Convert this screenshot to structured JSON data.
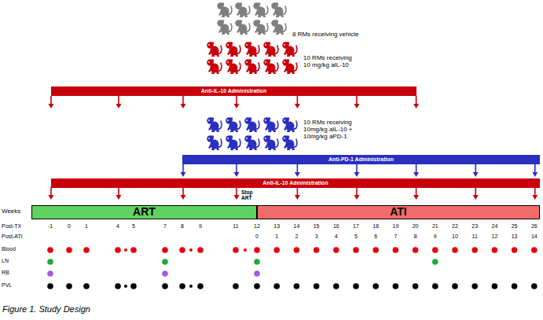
{
  "diagram": {
    "caption": "Figure 1. Study Design",
    "nodes": [
      {
        "text": [
          "Anti-IL-10 Administration"
        ]
      },
      {
        "text": [
          "Anti-PD-1 Administration"
        ]
      },
      {
        "text": [
          "Anti-IL-10 Administration"
        ]
      },
      {
        "text": [
          "ART"
        ]
      },
      {
        "text": [
          "ATI"
        ]
      }
    ],
    "labels": [
      "8 RMs receiving vehicle",
      "10 RMs receiving 10 mg/kg aIL-10",
      "10 RMs receiving 10mg/kg aIL-10 + 10mg/kg aPD-1",
      "Stop ART",
      "Weeks",
      "Post-TX",
      "-1",
      "0",
      "1",
      "4",
      "5",
      "7",
      "8",
      "9",
      "11",
      "12",
      "13",
      "14",
      "15",
      "16",
      "17",
      "18",
      "19",
      "20",
      "21",
      "22",
      "23",
      "24",
      "25",
      "26",
      "Post-ATI",
      "0",
      "1",
      "2",
      "3",
      "4",
      "5",
      "6",
      "7",
      "8",
      "9",
      "10",
      "11",
      "12",
      "13",
      "14",
      "Blood",
      "LN",
      "RB",
      "PVL"
    ]
  }
}
